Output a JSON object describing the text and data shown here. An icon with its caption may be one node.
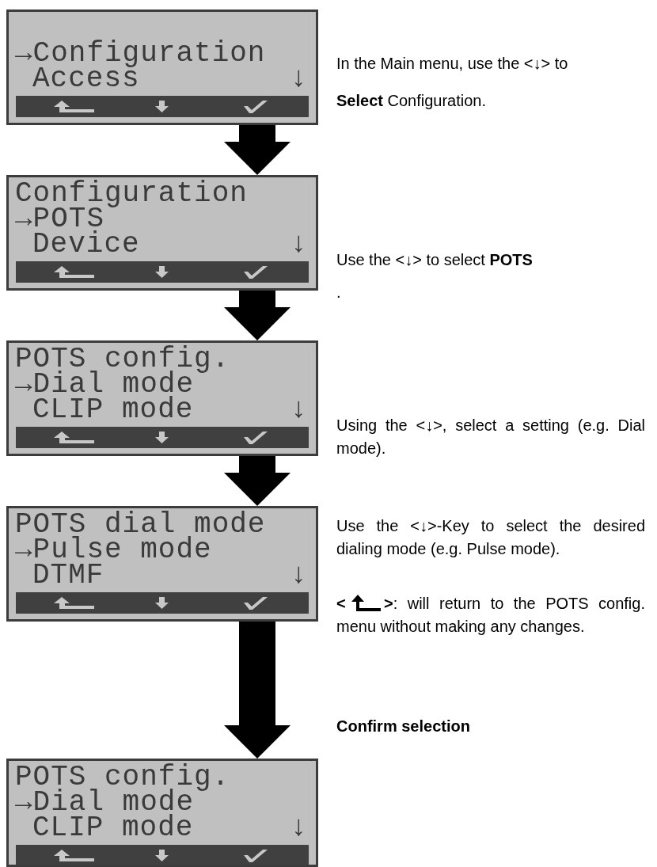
{
  "diagram": {
    "nodes": [
      {
        "text": [
          "→Configuration",
          "Access",
          "↓"
        ]
      },
      {
        "text": [
          "Configuration",
          "→POTS",
          "Device",
          "↓"
        ]
      },
      {
        "text": [
          "POTS config.",
          "→Dial mode",
          "CLIP mode",
          "↓"
        ]
      },
      {
        "text": [
          "POTS dial mode",
          "→Pulse mode",
          "DTMF",
          "↓"
        ]
      },
      {
        "text": [
          "POTS config.",
          "→Dial mode",
          "CLIP mode",
          "↓"
        ]
      }
    ],
    "edges": [
      {
        "from": 0,
        "to": 1,
        "arrow": "to"
      },
      {
        "from": 1,
        "to": 2,
        "arrow": "to"
      },
      {
        "from": 2,
        "to": 3,
        "arrow": "to"
      },
      {
        "from": 3,
        "to": 4,
        "arrow": "to"
      }
    ],
    "labels": [
      "In the Main menu, use the <↓> to",
      "**Select** Configuration.",
      "Use the <↓> to select **POTS**",
      ".",
      "Using the <↓>, select a setting (e.g. Dial mode).",
      "Use the <↓>-Key to select the desired dialing mode (e.g. Pulse mode).",
      "<",
      "**>**: will return to the POTS config. menu without making any changes.",
      "Confirm selection"
    ]
  }
}
